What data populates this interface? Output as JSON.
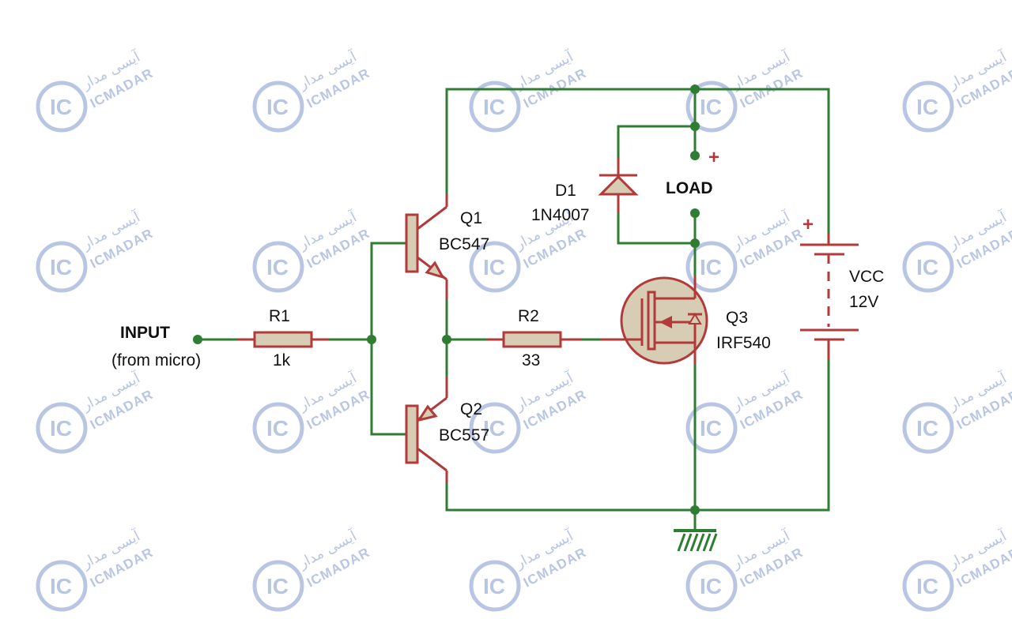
{
  "watermark": {
    "brand": "ICMADAR",
    "brand_fa": "آیسی مدار",
    "logo": "IC"
  },
  "input": {
    "label": "INPUT",
    "sublabel": "(from micro)"
  },
  "r1": {
    "name": "R1",
    "value": "1k"
  },
  "r2": {
    "name": "R2",
    "value": "33"
  },
  "q1": {
    "name": "Q1",
    "part": "BC547"
  },
  "q2": {
    "name": "Q2",
    "part": "BC557"
  },
  "q3": {
    "name": "Q3",
    "part": "IRF540"
  },
  "d1": {
    "name": "D1",
    "part": "1N4007"
  },
  "load": {
    "label": "LOAD",
    "plus": "+"
  },
  "vcc": {
    "label": "VCC",
    "value": "12V",
    "plus": "+"
  },
  "colors": {
    "wire": "#2e7d32",
    "component": "#b23a3a",
    "fill": "#d6cdb4",
    "watermark": "#b9c6e3"
  }
}
